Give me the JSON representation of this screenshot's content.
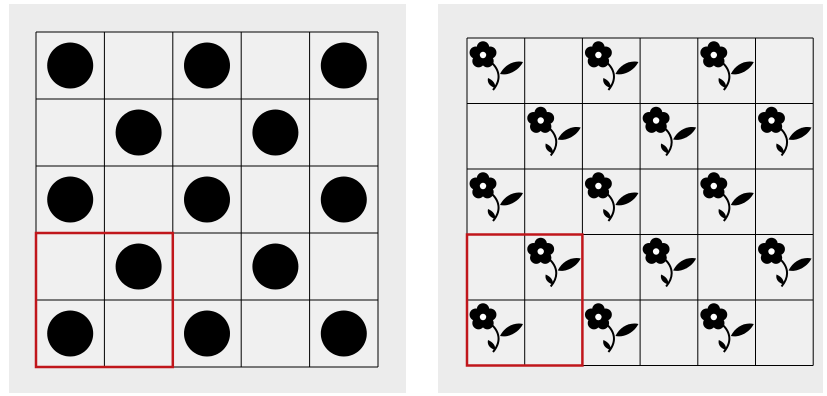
{
  "colors": {
    "panel_background": "#ececec",
    "cell_fill": "#f0f0f0",
    "grid_line": "#000000",
    "shape": "#000000",
    "highlight": "#c0161b"
  },
  "left_grid": {
    "rows": 5,
    "cols": 5,
    "motif": "dot-icon",
    "pattern": [
      [
        1,
        0,
        1,
        0,
        1
      ],
      [
        0,
        1,
        0,
        1,
        0
      ],
      [
        1,
        0,
        1,
        0,
        1
      ],
      [
        0,
        1,
        0,
        1,
        0
      ],
      [
        1,
        0,
        1,
        0,
        1
      ]
    ],
    "highlight": {
      "row": 3,
      "col": 0,
      "rows": 2,
      "cols": 2
    }
  },
  "right_grid": {
    "rows": 5,
    "cols": 6,
    "motif": "flower-icon",
    "pattern": [
      [
        1,
        0,
        1,
        0,
        1,
        0
      ],
      [
        0,
        1,
        0,
        1,
        0,
        1
      ],
      [
        1,
        0,
        1,
        0,
        1,
        0
      ],
      [
        0,
        1,
        0,
        1,
        0,
        1
      ],
      [
        1,
        0,
        1,
        0,
        1,
        0
      ]
    ],
    "highlight": {
      "row": 3,
      "col": 0,
      "rows": 2,
      "cols": 2
    }
  }
}
